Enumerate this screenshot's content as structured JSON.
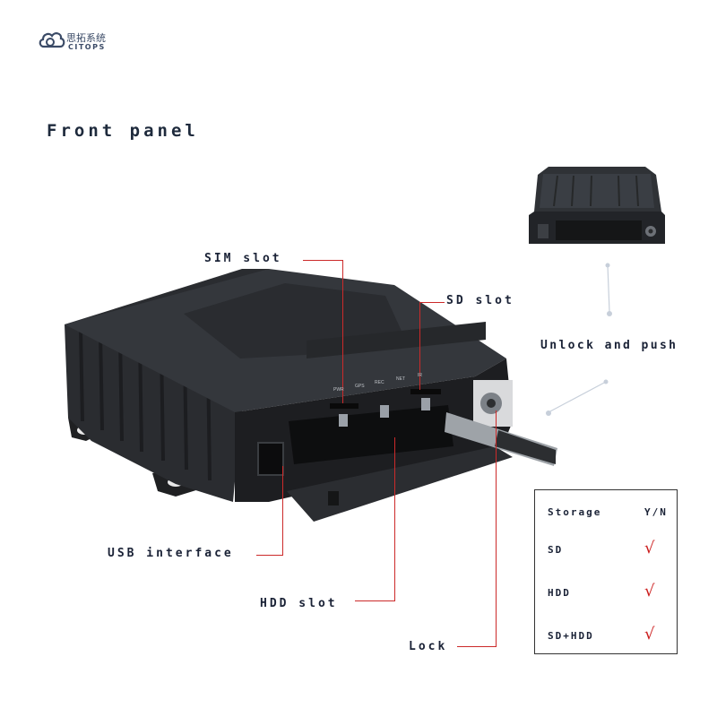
{
  "logo": {
    "chinese": "思拓系统",
    "english": "CITOPS"
  },
  "title": "Front panel",
  "labels": {
    "sim_slot": "SIM slot",
    "sd_slot": "SD slot",
    "unlock_push": "Unlock and push",
    "usb_interface": "USB interface",
    "hdd_slot": "HDD slot",
    "lock": "Lock"
  },
  "device_leds": [
    "PWR",
    "GPS",
    "REC",
    "NET",
    "IR"
  ],
  "storage_table": {
    "headers": [
      "Storage",
      "Y/N"
    ],
    "rows": [
      {
        "storage": "SD",
        "mark": "√"
      },
      {
        "storage": "HDD",
        "mark": "√"
      },
      {
        "storage": "SD+HDD",
        "mark": "√"
      }
    ]
  },
  "colors": {
    "leader_line": "#cc2a2a",
    "check": "#cc1f1f",
    "device": "#2b2d31"
  }
}
